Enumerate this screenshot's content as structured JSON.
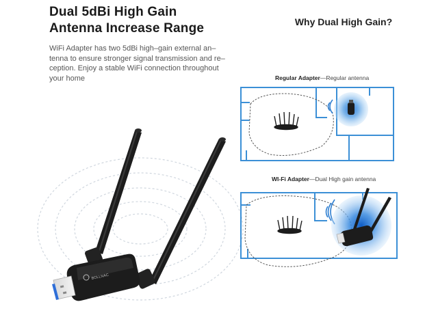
{
  "headline": {
    "line1": "Dual 5dBi High Gain",
    "line2": "Antenna Increase Range"
  },
  "description": {
    "line1": "WiFi Adapter has two 5dBi high–gain external an–",
    "line2": "tenna to ensure stronger signal transmission and re–",
    "line3": "ception. Enjoy a stable WiFi connection throughout",
    "line4": "your home"
  },
  "comparison": {
    "title": "Why Dual High Gain?",
    "regular": {
      "label": "Regular Adapter",
      "detail": "—Regular antenna"
    },
    "wifi": {
      "label": "WI-Fi Adapter",
      "detail": "—Dual High gain antenna"
    }
  },
  "product": {
    "brand_mark": "BOLLNAC"
  },
  "colors": {
    "floorplan_blue": "#3b8fd6",
    "signal_blue": "#2f7fd1",
    "device_black": "#1c1c1c",
    "usb_blue": "#2f6fd8",
    "ring_grey": "#cfd6de"
  }
}
